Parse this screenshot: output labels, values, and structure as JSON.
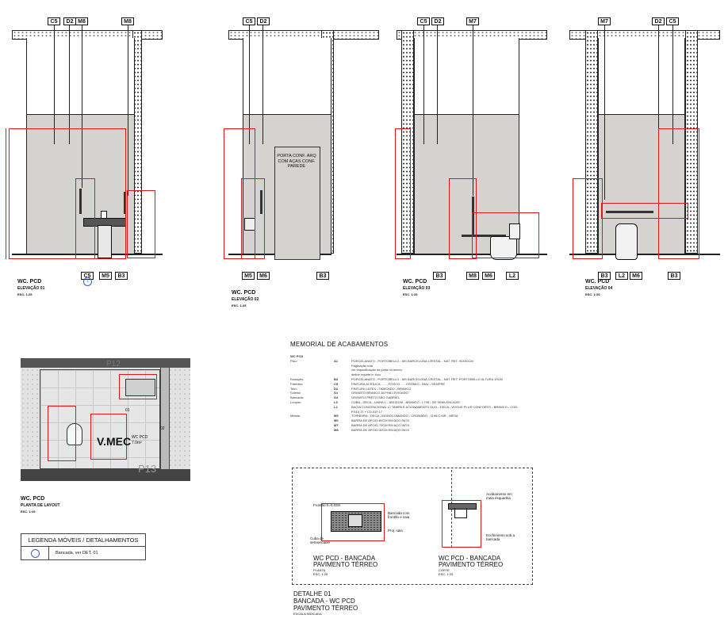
{
  "elevations": [
    {
      "id": "e1",
      "tags_top": [
        "C5",
        "D2",
        "M8",
        "M8"
      ],
      "tags_bottom": [
        "C5",
        "M5",
        "B3"
      ],
      "detail_marker": "1",
      "title": "WC. PCD",
      "subtitle": "ELEVAÇÃO 01",
      "scale": "ESC. 1:25"
    },
    {
      "id": "e2",
      "tags_top": [
        "C5",
        "D2"
      ],
      "tags_bottom": [
        "M5",
        "M6",
        "B3"
      ],
      "door_note": "PORTA CONF. ARQ COM AÇAS CONF. PAREDE",
      "title": "WC. PCD",
      "subtitle": "ELEVAÇÃO 02",
      "scale": "ESC. 1:25"
    },
    {
      "id": "e3",
      "tags_top": [
        "C5",
        "D2",
        "M7"
      ],
      "tags_bottom": [
        "B3",
        "M8",
        "M6",
        "L2"
      ],
      "title": "WC. PCD",
      "subtitle": "ELEVAÇÃO 03",
      "scale": "ESC. 1:25"
    },
    {
      "id": "e4",
      "tags_top": [
        "M7",
        "D2",
        "C5"
      ],
      "tags_bottom": [
        "B3",
        "L2",
        "M6",
        "B3"
      ],
      "title": "WC. PCD",
      "subtitle": "ELEVAÇÃO 04",
      "scale": "ESC. 1:25"
    }
  ],
  "plan": {
    "label_vmec": "V.MEC",
    "label_room": "WC PCD",
    "label_area": "7.0m²",
    "label_p12": "P12",
    "label_p13": "P13",
    "marker_01": "01",
    "marker_02": "02",
    "title": "WC. PCD",
    "subtitle": "PLANTA DE LAYOUT",
    "scale": "ESC. 1:25"
  },
  "memorial": {
    "title": "MEMORIAL DE ACABAMENTOS",
    "section": "WC PCD",
    "rows": [
      {
        "place": "Piso:",
        "code": "A1",
        "desc": "PORCELANATO - PORTOBELLO - MS BARCELONA CRISTAL - NAT. RET. 90X90CM"
      },
      {
        "place": "",
        "code": "",
        "desc": "Paginação reta"
      },
      {
        "place": "",
        "code": "",
        "desc": "ver especificação da junta no anexo"
      },
      {
        "place": "",
        "code": "",
        "desc": "definir rejunte in loco"
      },
      {
        "place": "Rodapés:",
        "code": "B3",
        "desc": "PORCELANATO - PORTOBELLO - MS BARCELONA CRISTAL - NAT. RET. PORTOBELLO ALTURA 10CM"
      },
      {
        "place": "Paredes:",
        "code": "C5",
        "desc": "PINTURA ACRÍLICA - ... - FOSCO - ... CRÔMIO - BNU - SEMPRE"
      },
      {
        "place": "Teto:",
        "code": "D2",
        "desc": "PINTURA LÁTEX - TABICADO - BRANCO"
      },
      {
        "place": "Soleira:",
        "code": "S4",
        "desc": "GRANITO BRANCO ALPHA LEVIGADO"
      },
      {
        "place": "Bancada:",
        "code": "G4",
        "desc": "GRANITO PRETO SÃO GABRIEL"
      },
      {
        "place": "Louças:",
        "code": "L5",
        "desc": "CUBA - DECA - LINHA L - 38X32CM - BRANCO - L735 - DE SEMI-ENCAIXE"
      },
      {
        "place": "",
        "code": "L2",
        "desc": "BACIA CONVENCIONAL C/ TAMPA E ACIONAMENTO DUO - DECA - VOGUE PLUS CONFORTO - BRANCO - COD:"
      },
      {
        "place": "",
        "code": "",
        "desc": "P.510.17 + CD.01F.17"
      },
      {
        "place": "Metais:",
        "code": "M5",
        "desc": "TORNEIRA - DECA - MONOCOMANDO - CROMADO - 1196.C.MR - MESA"
      },
      {
        "place": "",
        "code": "M6",
        "desc": "BARRA DE APOIO 80CM EM AÇO INOX"
      },
      {
        "place": "",
        "code": "M7",
        "desc": "BARRA DE APOIO 70CM EM AÇO INOX"
      },
      {
        "place": "",
        "code": "M8",
        "desc": "BARRA DE APOIO 40CM EM AÇO INOX"
      }
    ]
  },
  "legend": {
    "title": "LEGENDA MÓVEIS / DETALHAMENTOS",
    "marker": "1",
    "item": "Bancada, ver DET. 01"
  },
  "detail": {
    "plan_title": "WC PCD - BANCADA",
    "plan_sub": "PAVIMENTO TÉRREO",
    "plan_label": "PLANTA",
    "plan_scale": "ESC. 1:25",
    "cut_title": "WC PCD - BANCADA",
    "cut_sub": "PAVIMENTO TÉRREO",
    "cut_label": "CORTE",
    "cut_scale": "ESC. 1:25",
    "note_frontao": "Frontão h=0,03m",
    "note_bancada": "Bancada com frontão e saia",
    "note_saia": "Proj. saia",
    "note_cuba": "Cuba de semiencaixe",
    "note_acab": "Acabamento em meia esquadria",
    "note_ench": "Enchimento sob a bancada",
    "title1": "DETALHE 01",
    "title2": "BANCADA - WC PCD",
    "title3": "PAVIMENTO TÉRREO",
    "scale": "ESCALA INDICADA"
  }
}
